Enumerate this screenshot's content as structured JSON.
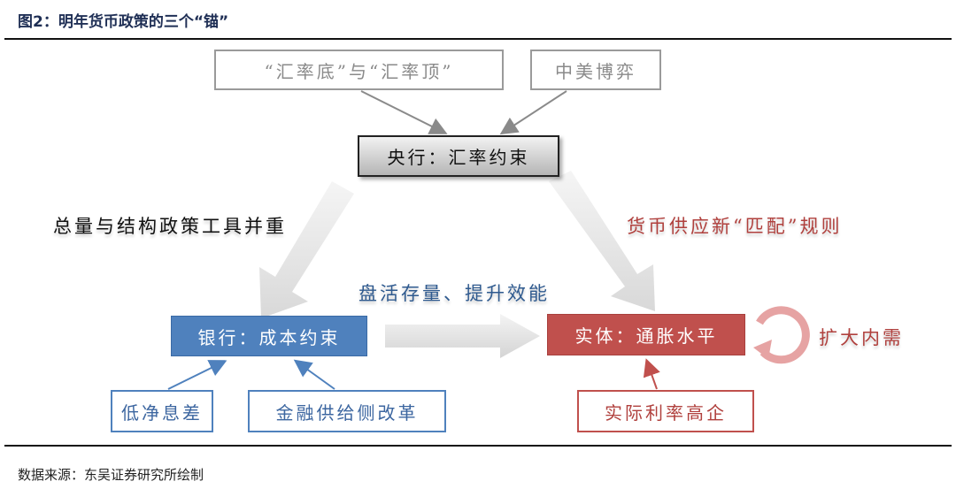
{
  "title": "图2：明年货币政策的三个“锚”",
  "top_boxes": [
    "“汇率底”与“汇率顶”",
    "中美博弈"
  ],
  "central_box": "央行：汇率约束",
  "left_label": "总量与结构政策工具并重",
  "right_label": "货币供应新“匹配”规则",
  "middle_label": "盘活存量、提升效能",
  "bank_box": "银行：成本约束",
  "entity_box": "实体：通胀水平",
  "cycle_label": "扩大内需",
  "bank_inputs": [
    "低净息差",
    "金融供给侧改革"
  ],
  "entity_input": "实际利率高企",
  "source": "数据来源：东吴证券研究所绘制",
  "colors": {
    "blue": "#4f81bd",
    "red": "#c0504d",
    "gray": "#9a9a9a",
    "cycle": "#e6a3a3"
  }
}
